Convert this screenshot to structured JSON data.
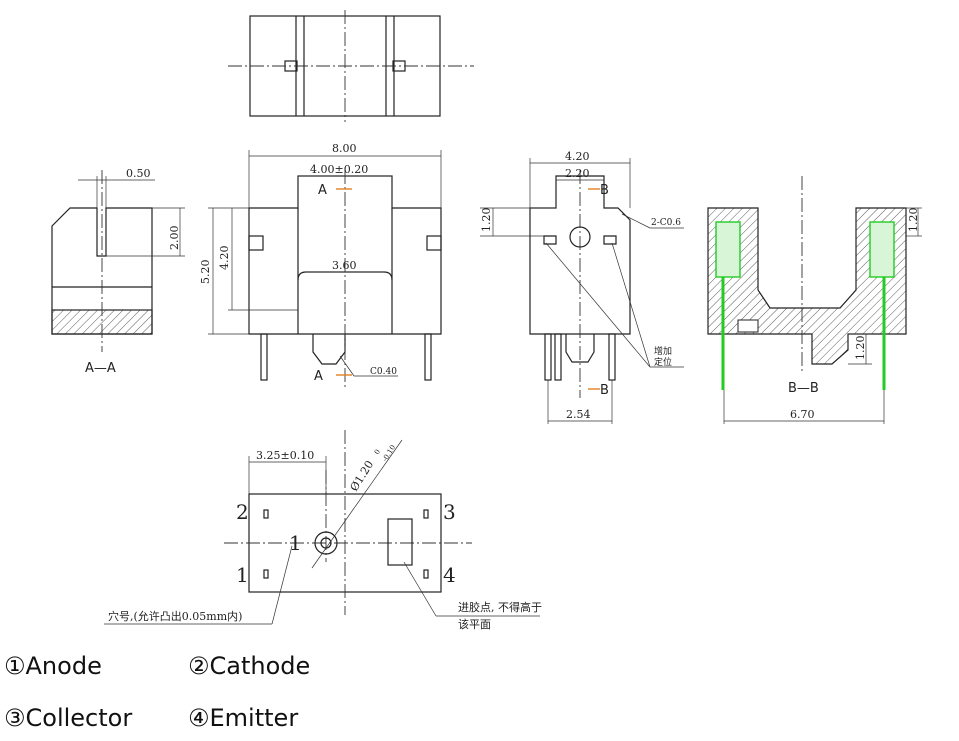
{
  "dimensions": {
    "width_800": "8.00",
    "width_400": "4.00±0.20",
    "slot_360": "3.60",
    "height_520": "5.20",
    "height_420": "4.20",
    "side_050": "0.50",
    "side_200": "2.00",
    "width_420": "4.20",
    "width_220": "2.20",
    "height_120": "1.20",
    "chamfer_2c06": "2-C0.6",
    "pitch_254": "2.54",
    "chamfer_c040": "C0.40",
    "width_670": "6.70",
    "height_120_bb": "1.20",
    "height_120_bb_top": "1.20",
    "offset_325": "3.25±0.10",
    "hole_dia": "Ø1.20",
    "hole_tol_upper": "0",
    "hole_tol_lower": "-0.10"
  },
  "section_labels": {
    "a_top": "A",
    "a_bottom": "A",
    "aa": "A—A",
    "b_top": "B",
    "b_bottom": "B",
    "bb": "B—B"
  },
  "annotations": {
    "added_locator": [
      "增加",
      "定位"
    ],
    "hole_note": "穴号,(允许凸出0.05mm内)",
    "gate_note": [
      "进胶点, 不得高于",
      "该平面"
    ]
  },
  "pin_numbers": [
    "1",
    "2",
    "3",
    "4"
  ],
  "hole_number": "1",
  "pin_legend": [
    {
      "symbol": "①",
      "name": "Anode"
    },
    {
      "symbol": "②",
      "name": "Cathode"
    },
    {
      "symbol": "③",
      "name": "Collector"
    },
    {
      "symbol": "④",
      "name": "Emitter"
    }
  ],
  "colors": {
    "pin_green": "#22cc22",
    "dim_marker_orange": "#e08020",
    "line": "#222222"
  }
}
